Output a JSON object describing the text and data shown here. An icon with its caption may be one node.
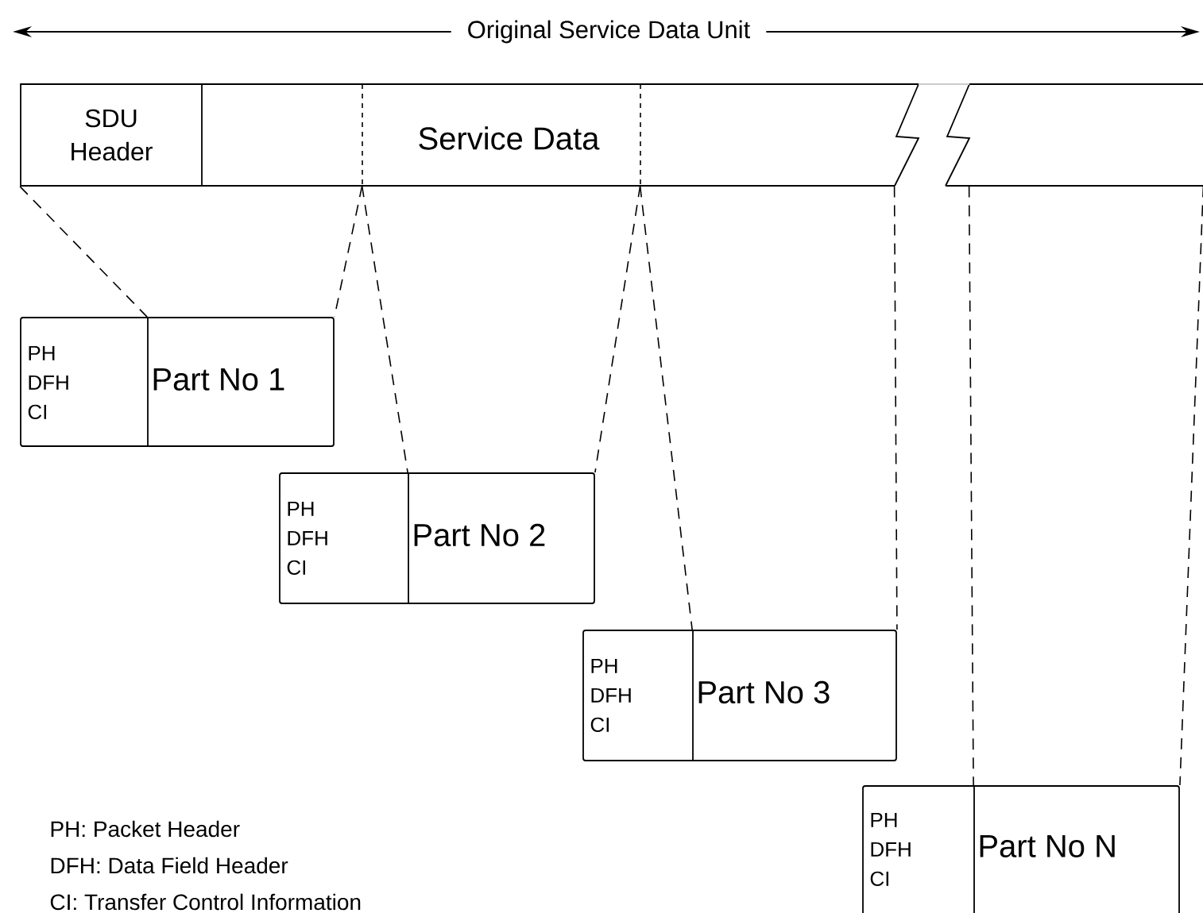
{
  "diagram": {
    "nodes": [
      {
        "text": [
          "SDU Header"
        ]
      },
      {
        "text": [
          "Service Data"
        ]
      },
      {
        "text": [
          "PH DFH CI",
          "Part No 1"
        ]
      },
      {
        "text": [
          "PH DFH CI",
          "Part No 2"
        ]
      },
      {
        "text": [
          "PH DFH CI",
          "Part No 3"
        ]
      },
      {
        "text": [
          "PH DFH CI",
          "Part No N"
        ]
      }
    ],
    "edges": [
      {
        "from": 0,
        "to": 2,
        "arrow": "none",
        "style": "dashed"
      },
      {
        "from": 1,
        "to": 2,
        "arrow": "none",
        "style": "dashed"
      },
      {
        "from": 1,
        "to": 3,
        "arrow": "none",
        "style": "dashed"
      },
      {
        "from": 1,
        "to": 3,
        "arrow": "none",
        "style": "dashed"
      },
      {
        "from": 1,
        "to": 4,
        "arrow": "none",
        "style": "dashed"
      },
      {
        "from": 1,
        "to": 4,
        "arrow": "none",
        "style": "dashed"
      },
      {
        "from": 1,
        "to": 5,
        "arrow": "none",
        "style": "dashed"
      },
      {
        "from": 1,
        "to": 5,
        "arrow": "none",
        "style": "dashed"
      }
    ],
    "labels": [
      "Original Service Data Unit",
      "PH: Packet Header",
      "DFH: Data Field Header",
      "CI: Transfer Control Information"
    ]
  }
}
